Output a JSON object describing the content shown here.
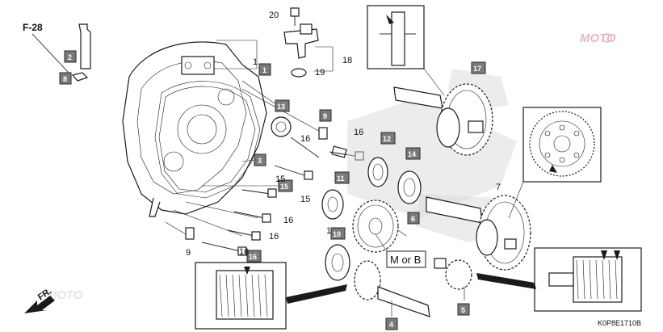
{
  "figure": {
    "reference": "F-28",
    "code": "K0P8E1710B",
    "direction_label": "FR.",
    "variant_label": "M or B",
    "watermark": "MOTO"
  },
  "callouts_boxed": [
    {
      "id": "c2",
      "text": "2"
    },
    {
      "id": "c8",
      "text": "8"
    },
    {
      "id": "c1",
      "text": "1"
    },
    {
      "id": "c13",
      "text": "13"
    },
    {
      "id": "c9",
      "text": "9"
    },
    {
      "id": "c3",
      "text": "3"
    },
    {
      "id": "c12",
      "text": "12"
    },
    {
      "id": "c14",
      "text": "14"
    },
    {
      "id": "c11",
      "text": "11"
    },
    {
      "id": "c15",
      "text": "15"
    },
    {
      "id": "c10",
      "text": "10"
    },
    {
      "id": "c6",
      "text": "6"
    },
    {
      "id": "c16",
      "text": "16"
    },
    {
      "id": "c17",
      "text": "17"
    },
    {
      "id": "c5",
      "text": "5"
    },
    {
      "id": "c4",
      "text": "4"
    }
  ],
  "callouts_plain": [
    {
      "id": "p20",
      "text": "20"
    },
    {
      "id": "p18",
      "text": "18"
    },
    {
      "id": "p19",
      "text": "19"
    },
    {
      "id": "p1a",
      "text": "1"
    },
    {
      "id": "p16a",
      "text": "16"
    },
    {
      "id": "p16b",
      "text": "16"
    },
    {
      "id": "p15a",
      "text": "15"
    },
    {
      "id": "p15b",
      "text": "15"
    },
    {
      "id": "p16c",
      "text": "16"
    },
    {
      "id": "p16d",
      "text": "16"
    },
    {
      "id": "p16e",
      "text": "16"
    },
    {
      "id": "p9",
      "text": "9"
    },
    {
      "id": "p1b",
      "text": "1"
    },
    {
      "id": "p7",
      "text": "7"
    }
  ],
  "icons": {
    "direction": "fr-arrow-icon",
    "detail_arrow": "down-arrow-icon"
  }
}
